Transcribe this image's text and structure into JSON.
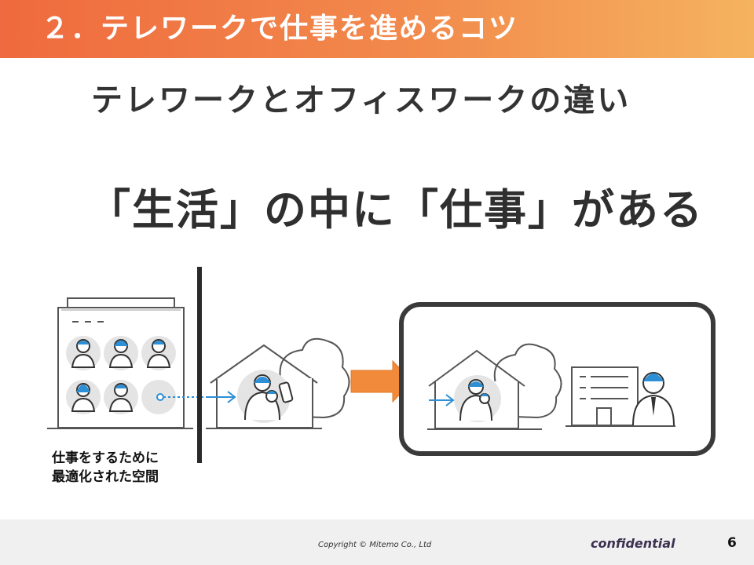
{
  "header": {
    "title": "２．テレワークで仕事を進めるコツ"
  },
  "slide": {
    "subtitle": "テレワークとオフィスワークの違い",
    "headline": "「生活」の中に「仕事」がある",
    "caption_line1": "仕事をするために",
    "caption_line2": "最適化された空間"
  },
  "footer": {
    "copyright": "Copyright © Mitemo Co., Ltd",
    "confidential": "confidential",
    "page_number": "6"
  },
  "colors": {
    "header_start": "#ef6a3e",
    "header_end": "#f5b35f",
    "accent_blue": "#2d8fd5",
    "arrow_orange": "#f28a3c"
  },
  "icons": [
    "office-building-icon",
    "person-icon",
    "house-icon",
    "tree-icon",
    "parent-with-baby-icon",
    "baby-bottle-icon",
    "blue-arrow-icon",
    "orange-arrow-icon",
    "small-office-icon",
    "business-person-icon"
  ]
}
